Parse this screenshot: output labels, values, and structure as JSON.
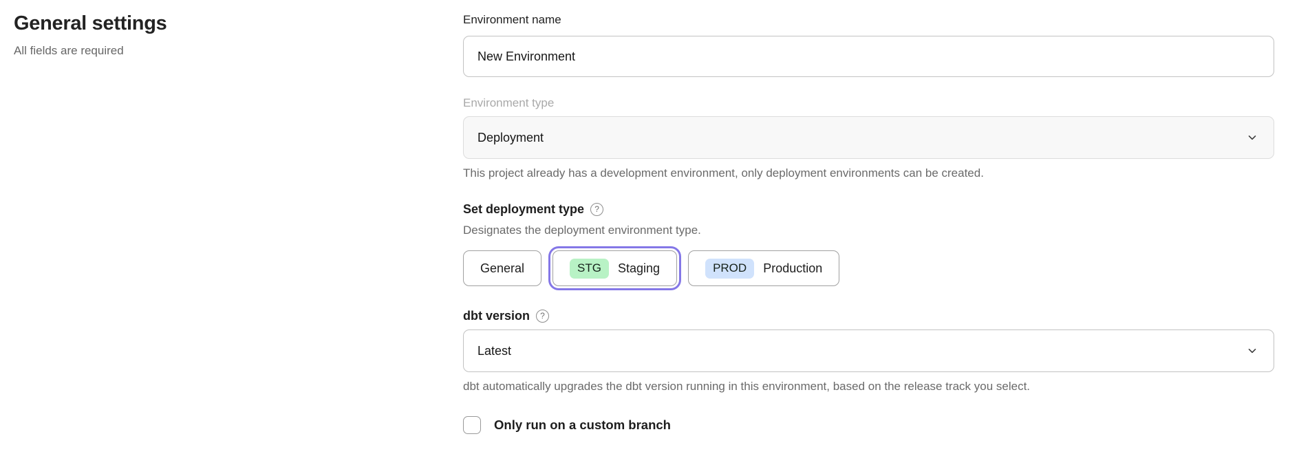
{
  "page": {
    "title": "General settings",
    "subtitle": "All fields are required"
  },
  "form": {
    "environment_name": {
      "label": "Environment name",
      "value": "New Environment"
    },
    "environment_type": {
      "label": "Environment type",
      "value": "Deployment",
      "disabled": true,
      "chevron_icon": "chevron-down",
      "helper": "This project already has a development environment, only deployment environments can be created."
    },
    "deployment_type": {
      "label": "Set deployment type",
      "help_icon": "question-circle",
      "help_glyph": "?",
      "helper": "Designates the deployment environment type.",
      "options": [
        {
          "label": "General",
          "badge": "",
          "selected": false
        },
        {
          "label": "Staging",
          "badge": "STG",
          "selected": true
        },
        {
          "label": "Production",
          "badge": "PROD",
          "selected": false
        }
      ]
    },
    "dbt_version": {
      "label": "dbt version",
      "help_icon": "question-circle",
      "help_glyph": "?",
      "value": "Latest",
      "chevron_icon": "chevron-down",
      "helper": "dbt automatically upgrades the dbt version running in this environment, based on the release track you select."
    },
    "custom_branch": {
      "label": "Only run on a custom branch",
      "checked": false
    }
  },
  "colors": {
    "accent": "#8477e7",
    "stg_badge": "#b8f2c5",
    "prod_badge": "#d0e2fc"
  }
}
